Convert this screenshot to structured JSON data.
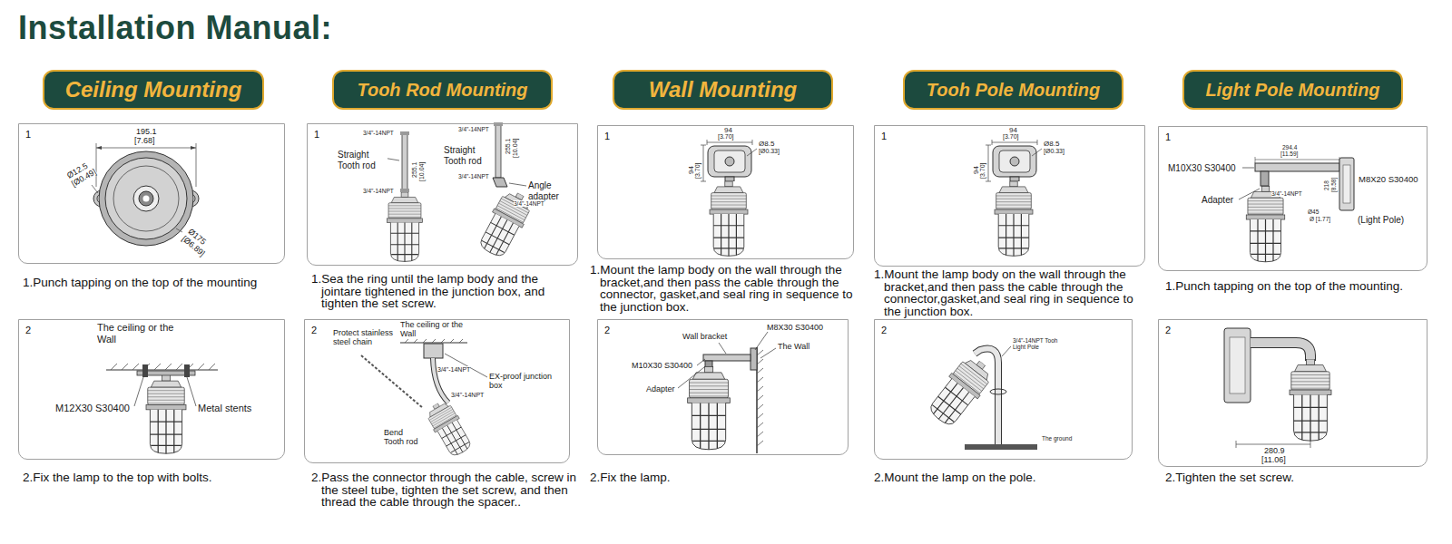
{
  "diagram": {
    "title": "Installation Manual:",
    "nodes": [
      {
        "text": [
          "Ceiling Mounting"
        ]
      },
      {
        "text": [
          "Tooh Rod Mounting"
        ]
      },
      {
        "text": [
          "Wall Mounting"
        ]
      },
      {
        "text": [
          "Tooh Pole Mounting"
        ]
      },
      {
        "text": [
          "Light Pole Mounting"
        ]
      },
      {
        "text": [
          "1"
        ]
      },
      {
        "text": [
          "1"
        ]
      },
      {
        "text": [
          "1"
        ]
      },
      {
        "text": [
          "1"
        ]
      },
      {
        "text": [
          "1"
        ]
      },
      {
        "text": [
          "2"
        ]
      },
      {
        "text": [
          "2"
        ]
      },
      {
        "text": [
          "2"
        ]
      },
      {
        "text": [
          "2"
        ]
      },
      {
        "text": [
          "2"
        ]
      }
    ],
    "labels": [
      "195.1",
      "[7.68]",
      "Ø12.5",
      "[Ø0.49]",
      "Ø175",
      "[Ø6.89]",
      "1.Punch tapping on the top of the mounting",
      "The ceiling or the Wall",
      "M12X30 S30400",
      "Metal stents",
      "2.Fix the lamp to the top with bolts.",
      "3/4\"-14NPT",
      "Straight Tooth rod",
      "255.1",
      "[10.04]",
      "3/4\"-14NPT",
      "3/4\"-14NPT",
      "Straight Tooth rod",
      "255.1",
      "[10.04]",
      "3/4\"-14NPT",
      "Angle adapter",
      "3/4\"-14NPT",
      "1.Sea the ring until the lamp body and the jointare tightened in the junction box, and tighten the set screw.",
      "Protect stainless steel chain",
      "The ceiling or the Wall",
      "3/4\"-14NPT",
      "EX-proof junction box",
      "3/4\"-14NPT",
      "Bend Tooth rod",
      "2.Pass the connector through the cable, screw in the steel tube, tighten the set screw, and then thread the cable through the spacer..",
      "94",
      "[3.70]",
      "94",
      "[3.70]",
      "Ø8.5",
      "[Ø0.33]",
      "1.Mount the lamp body on the wall through the bracket,and then pass the cable through the connector, gasket,and seal ring in sequence to the junction box.",
      "Wall bracket",
      "M8X30 S30400",
      "The Wall",
      "M10X30 S30400",
      "Adapter",
      "2.Fix the lamp.",
      "94",
      "[3.70]",
      "94",
      "[3.70]",
      "Ø8.5",
      "[Ø0.33]",
      "1.Mount the lamp body on the wall through the bracket,and then pass the cable through the connector,gasket,and seal ring in sequence to the junction box.",
      "3/4\"-14NPT Tooh Light Pole",
      "The ground",
      "2.Mount the lamp on the pole.",
      "294.4",
      "[11.59]",
      "M10X30 S30400",
      "M8X20 S30400",
      "Adapter",
      "3/4\"-14NPT",
      "218",
      "[8.58]",
      "Ø45",
      "Ø [1.77]",
      "(Light Pole)",
      "1.Punch tapping on the top of the mounting.",
      "280.9",
      "[11.06]",
      "2.Tighten the set screw."
    ]
  }
}
